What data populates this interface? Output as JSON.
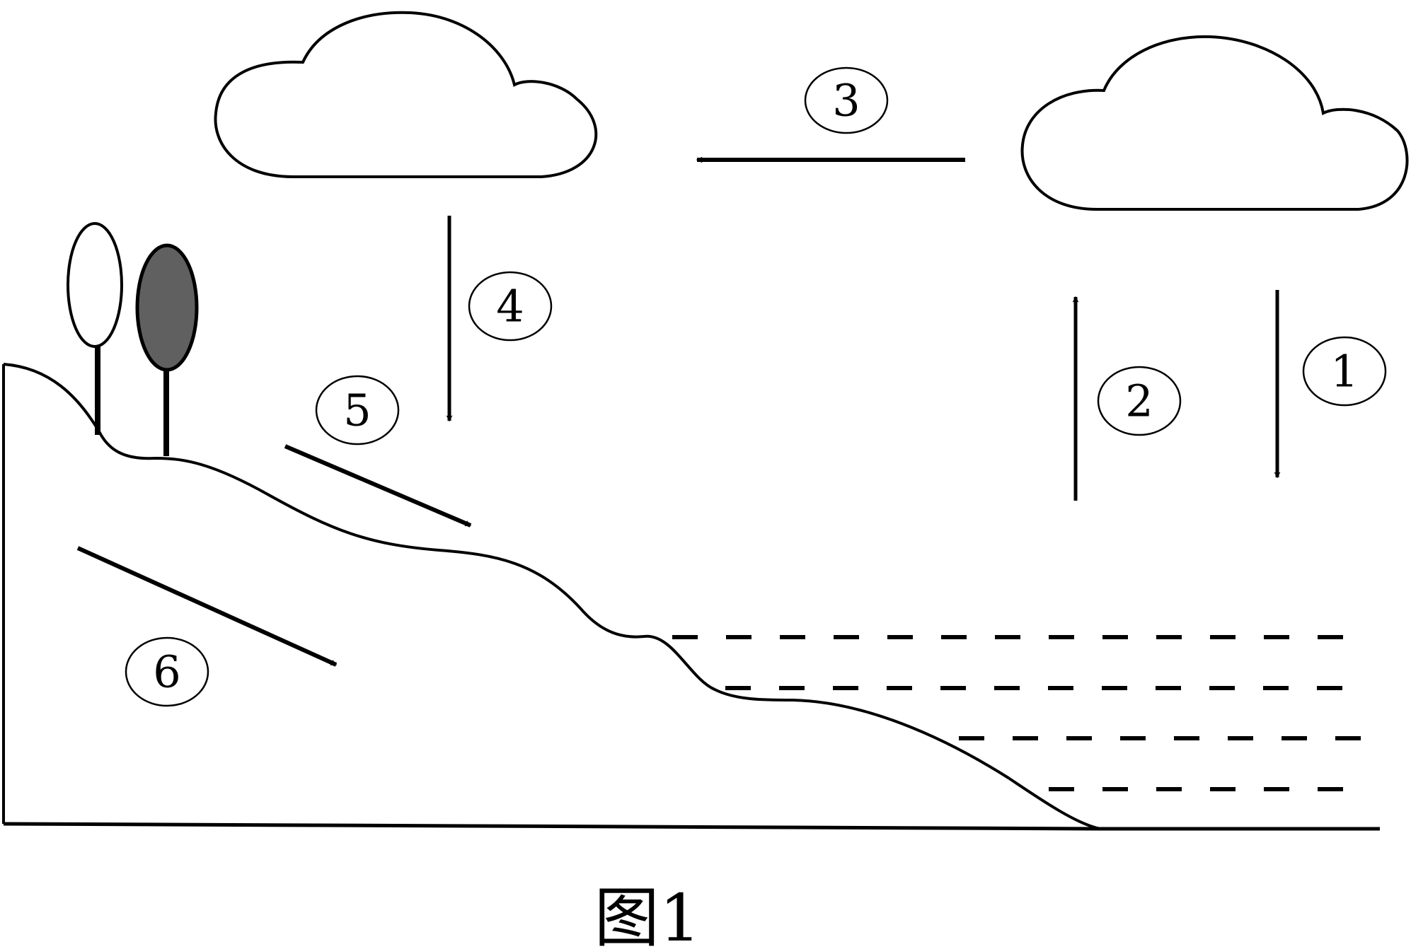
{
  "figure": {
    "caption": "图1",
    "description": "Water cycle diagram"
  },
  "processes": [
    {
      "id": "1",
      "label": "①",
      "direction": "down",
      "location": "over sea"
    },
    {
      "id": "2",
      "label": "②",
      "direction": "up",
      "location": "from sea surface"
    },
    {
      "id": "3",
      "label": "③",
      "direction": "left",
      "location": "sea cloud to land cloud"
    },
    {
      "id": "4",
      "label": "④",
      "direction": "down",
      "location": "over land"
    },
    {
      "id": "5",
      "label": "⑤",
      "direction": "down-slope",
      "location": "land surface"
    },
    {
      "id": "6",
      "label": "⑥",
      "direction": "down-slope",
      "location": "underground"
    }
  ],
  "elements": {
    "clouds": [
      "land-cloud",
      "sea-cloud"
    ],
    "trees": [
      {
        "fill": "#ffffff"
      },
      {
        "fill": "#606060"
      }
    ],
    "sea": {
      "wave_lines": 4
    }
  },
  "colors": {
    "stroke": "#000000",
    "background": "#ffffff",
    "dark_tree": "#606060"
  }
}
